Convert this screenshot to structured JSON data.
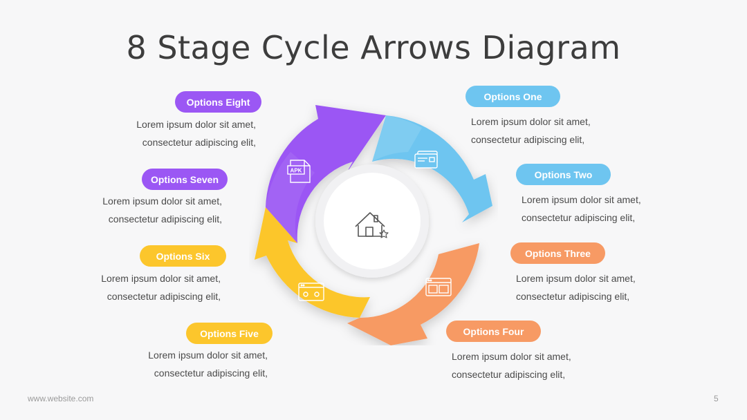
{
  "title": "8 Stage Cycle Arrows Diagram",
  "footer": {
    "url": "www.website.com",
    "page": "5"
  },
  "options": [
    {
      "label": "Options One",
      "line1": "Lorem ipsum dolor sit amet,",
      "line2": "consectetur adipiscing elit,"
    },
    {
      "label": "Options Two",
      "line1": "Lorem ipsum dolor sit amet,",
      "line2": "consectetur adipiscing elit,"
    },
    {
      "label": "Options Three",
      "line1": "Lorem ipsum dolor sit amet,",
      "line2": "consectetur adipiscing elit,"
    },
    {
      "label": "Options Four",
      "line1": "Lorem ipsum dolor sit amet,",
      "line2": "consectetur adipiscing elit,"
    },
    {
      "label": "Options Five",
      "line1": "Lorem ipsum dolor sit amet,",
      "line2": "consectetur adipiscing elit,"
    },
    {
      "label": "Options Six",
      "line1": "Lorem ipsum dolor sit amet,",
      "line2": "consectetur adipiscing elit,"
    },
    {
      "label": "Options Seven",
      "line1": "Lorem ipsum dolor sit amet,",
      "line2": "consectetur adipiscing elit,"
    },
    {
      "label": "Options Eight",
      "line1": "Lorem ipsum dolor sit amet,",
      "line2": "consectetur adipiscing elit,"
    }
  ],
  "colors": {
    "blue": "#6ec5f0",
    "orange": "#f79a64",
    "yellow": "#fcc62c",
    "purple": "#9b57f4"
  },
  "icons": {
    "center": "house-star-icon",
    "purple": "apk-file-icon",
    "blue": "credit-card-icon",
    "orange": "browser-window-icon",
    "yellow": "browser-cassette-icon"
  },
  "apk_text": "APK"
}
